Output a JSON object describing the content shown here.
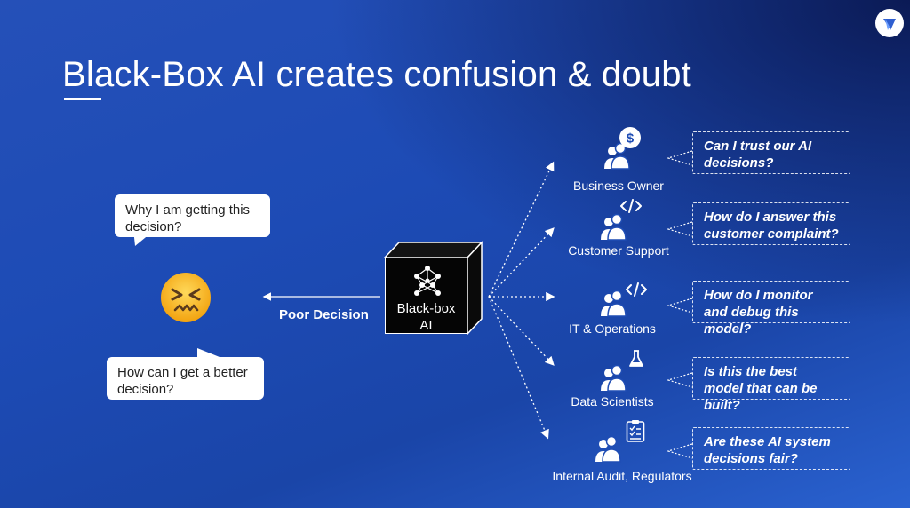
{
  "slide": {
    "title": "Black-Box AI creates confusion & doubt"
  },
  "user_side": {
    "bubble_top": "Why I am getting this decision?",
    "bubble_bottom": "How can I get a better decision?",
    "emoji": "confounded-face-icon",
    "arrow_label": "Poor Decision"
  },
  "blackbox": {
    "line1": "Black-box",
    "line2": "AI",
    "icon": "neural-network-icon"
  },
  "stakeholders": [
    {
      "role": "Business Owner",
      "icon": "dollar-icon",
      "question": "Can I trust our AI decisions?"
    },
    {
      "role": "Customer Support",
      "icon": "code-icon",
      "question": "How do I answer this customer complaint?"
    },
    {
      "role": "IT & Operations",
      "icon": "code-icon",
      "question": "How do I monitor and debug this model?"
    },
    {
      "role": "Data Scientists",
      "icon": "flask-icon",
      "question": "Is this the best model that can be built?"
    },
    {
      "role": "Internal Audit, Regulators",
      "icon": "checklist-icon",
      "question": "Are these AI system decisions fair?"
    }
  ],
  "colors": {
    "background": "#1e4bb3",
    "accent": "#ffffff",
    "box": "#050505"
  }
}
